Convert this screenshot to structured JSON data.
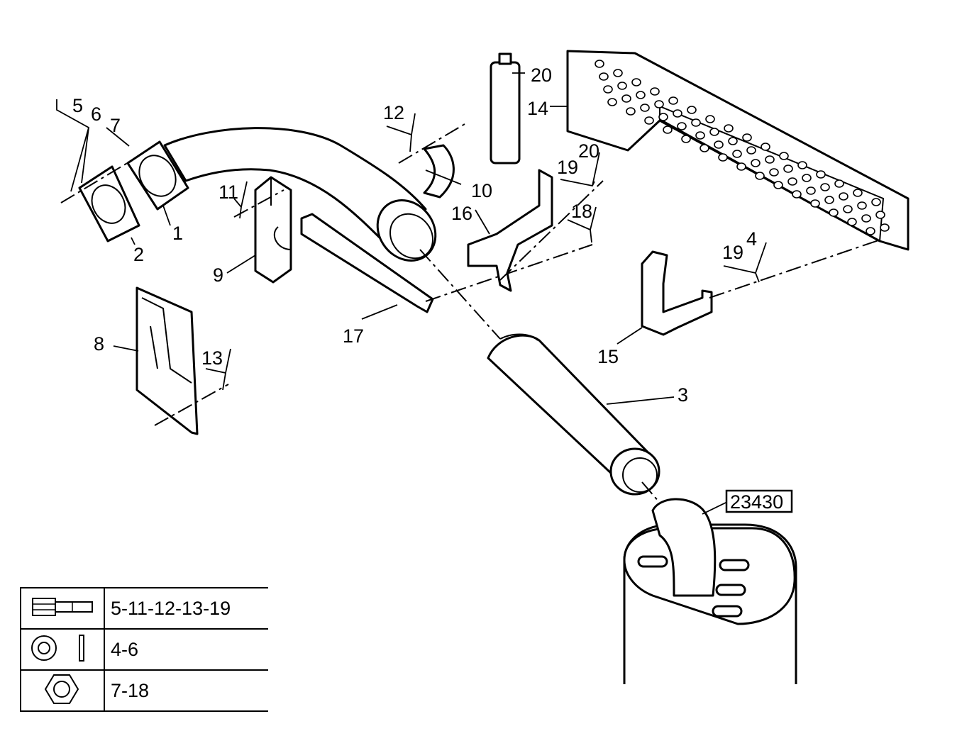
{
  "labels": {
    "l1": "1",
    "l2": "2",
    "l3": "3",
    "l5": "5",
    "l6": "6",
    "l7": "7",
    "l8": "8",
    "l9": "9",
    "l10": "10",
    "l11": "11",
    "l12": "12",
    "l13": "13",
    "l14": "14",
    "l15": "15",
    "l16": "16",
    "l17": "17",
    "l18": "18",
    "l19a": "19",
    "l19b": "19",
    "l20a": "20",
    "l20b": "20",
    "l4": "4",
    "ref": "23430"
  },
  "legend": {
    "rows": [
      {
        "icon": "bolt-icon",
        "text": "5-11-12-13-19"
      },
      {
        "icon": "washer-icon",
        "text": "4-6"
      },
      {
        "icon": "nut-icon",
        "text": "7-18"
      }
    ]
  }
}
